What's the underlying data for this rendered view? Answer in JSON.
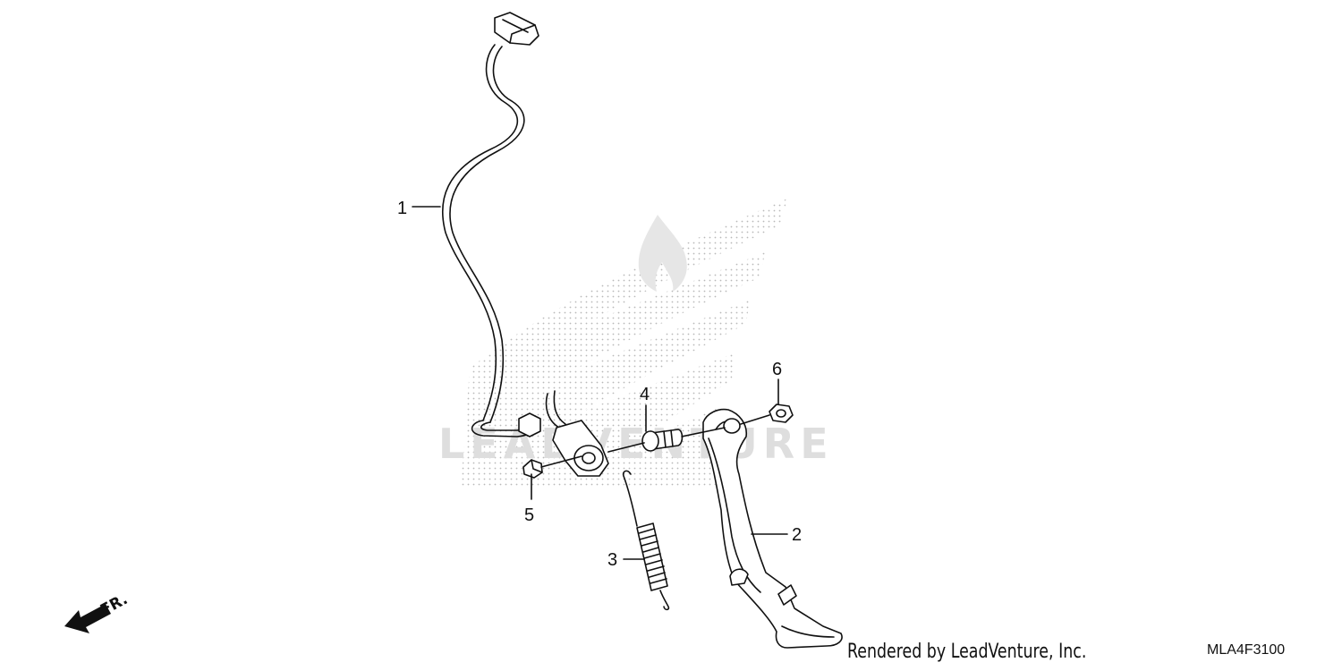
{
  "diagram": {
    "callouts": [
      {
        "id": "1",
        "label": "1"
      },
      {
        "id": "2",
        "label": "2"
      },
      {
        "id": "3",
        "label": "3"
      },
      {
        "id": "4",
        "label": "4"
      },
      {
        "id": "5",
        "label": "5"
      },
      {
        "id": "6",
        "label": "6"
      }
    ],
    "watermark": {
      "text": "LEADVENTURE",
      "icon": "honda-wing-logo",
      "color": "#dcdcdc"
    },
    "direction_marker": {
      "label": "FR.",
      "icon": "front-arrow-icon"
    },
    "footer": {
      "rendered_by": "Rendered by LeadVenture, Inc.",
      "diagram_code": "MLA4F3100"
    }
  }
}
